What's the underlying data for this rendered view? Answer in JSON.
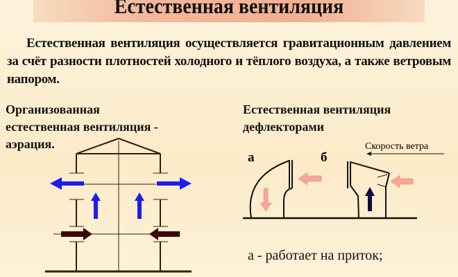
{
  "title": "Естественная вентиляция",
  "intro": "Естественная вентиляция осуществляется гравитационным давлением за счёт разности плотностей холодного и тёплого воздуха, а также ветровым напором.",
  "left_heading": {
    "line1": "Организованная",
    "line2": "естественная вентиляция -",
    "line3": "аэрация."
  },
  "right_heading": {
    "line1": "Естественная вентиляция",
    "line2": "дефлекторами"
  },
  "deflector": {
    "label_a": "а",
    "label_b": "б",
    "wind_speed": "Скорость ветра"
  },
  "note": "а - работает на приток;",
  "colors": {
    "blue_arrow": "#1c1cf0",
    "dark_arrow": "#3a0808",
    "pink_arrow": "#f4a89a",
    "navy_arrow": "#0a0a40"
  }
}
